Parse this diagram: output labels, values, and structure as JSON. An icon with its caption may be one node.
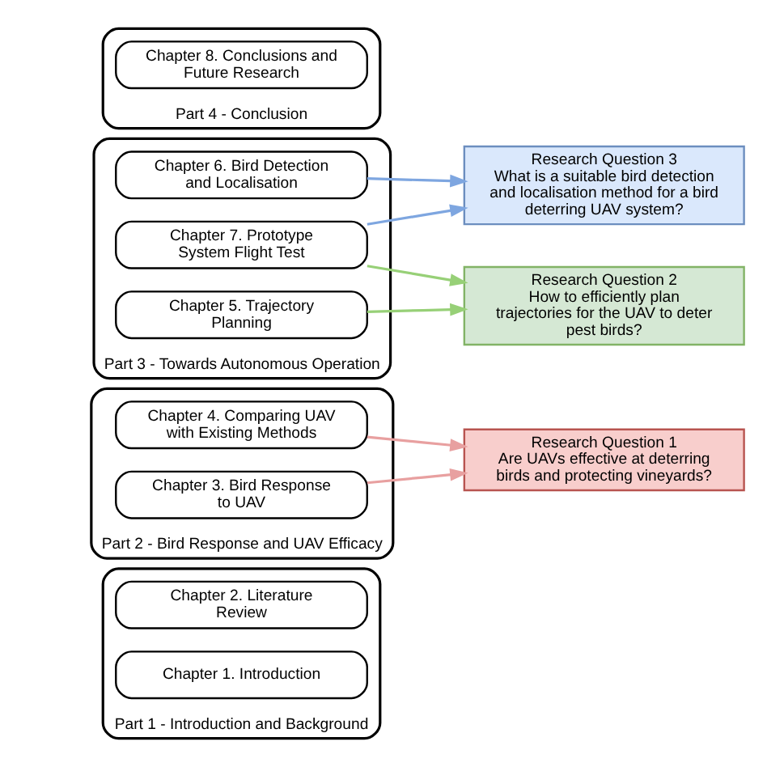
{
  "diagram": {
    "nodes": [
      {
        "text": [
          "Part 1 - Introduction and Background"
        ]
      },
      {
        "text": [
          "Chapter 1. Introduction"
        ],
        "in": 0
      },
      {
        "text": [
          "Chapter 2. Literature Review"
        ],
        "in": 0
      },
      {
        "text": [
          "Part 2 - Bird Response and UAV Efficacy"
        ]
      },
      {
        "text": [
          "Chapter 3. Bird Response to UAV"
        ],
        "in": 3
      },
      {
        "text": [
          "Chapter 4. Comparing UAV with Existing Methods"
        ],
        "in": 3
      },
      {
        "text": [
          "Research Question 1",
          "Are UAVs effective at deterring birds and protecting vineyards?"
        ]
      },
      {
        "text": [
          "Part 3 - Towards Autonomous Operation"
        ]
      },
      {
        "text": [
          "Chapter 5. Trajectory Planning"
        ],
        "in": 7
      },
      {
        "text": [
          "Chapter 6. Bird Detection and Localisation"
        ],
        "in": 7
      },
      {
        "text": [
          "Chapter 7. Prototype System Flight Test"
        ],
        "in": 7
      },
      {
        "text": [
          "Research Question 2",
          "How to efficiently plan trajectories for the UAV to deter pest birds?"
        ]
      },
      {
        "text": [
          "Research Question 3",
          "What is a suitable bird detection and localisation method for a bird deterring UAV system?"
        ]
      },
      {
        "text": [
          "Part 4 - Conclusion"
        ]
      },
      {
        "text": [
          "Chapter 8. Conclusions and Future Research"
        ],
        "in": 13
      }
    ],
    "edges": [
      {
        "from": 4,
        "to": 6,
        "arrow": "to",
        "color": "#e8a0a0"
      },
      {
        "from": 5,
        "to": 6,
        "arrow": "to",
        "color": "#e8a0a0"
      },
      {
        "from": 8,
        "to": 11,
        "arrow": "to",
        "color": "#97d077"
      },
      {
        "from": 10,
        "to": 11,
        "arrow": "to",
        "color": "#97d077"
      },
      {
        "from": 9,
        "to": 12,
        "arrow": "to",
        "color": "#7ea6e0"
      },
      {
        "from": 10,
        "to": 12,
        "arrow": "to",
        "color": "#7ea6e0"
      }
    ]
  }
}
